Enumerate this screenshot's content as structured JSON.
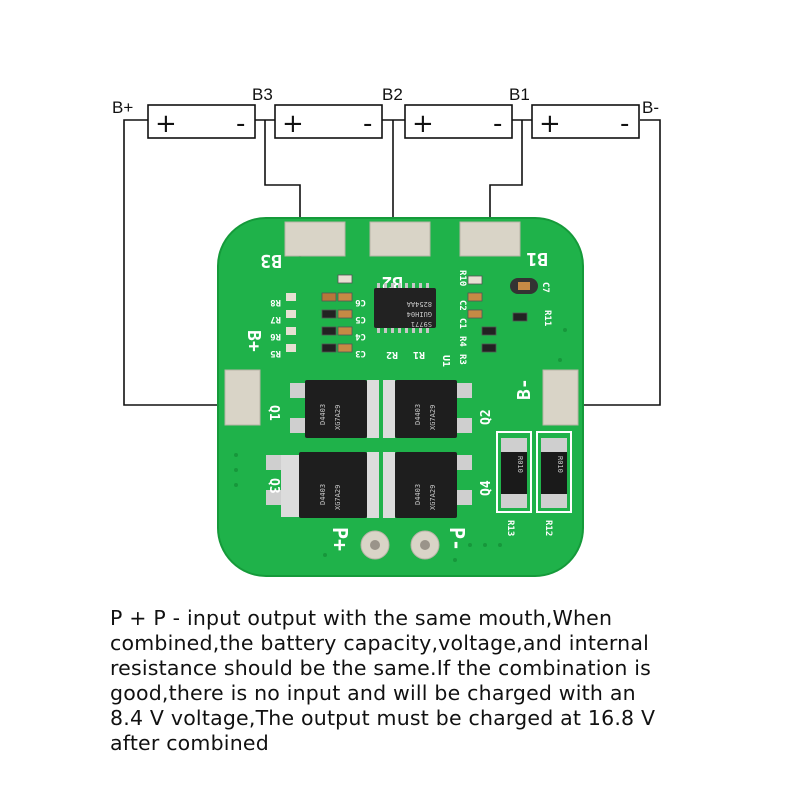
{
  "diagram": {
    "top_labels": {
      "b_plus": "B+",
      "b3": "B3",
      "b2": "B2",
      "b1": "B1",
      "b_minus": "B-"
    },
    "cell_signs": {
      "plus": "+",
      "minus": "-"
    },
    "board": {
      "pads": {
        "b3": "B3",
        "b2": "B2",
        "b1": "B1",
        "b_plus": "B+",
        "b_minus": "B-",
        "p_plus": "P+",
        "p_minus": "P-"
      },
      "silkscreen": {
        "r8": "R8",
        "r7": "R7",
        "r6": "R6",
        "r5": "R5",
        "c6": "C6",
        "c5": "C5",
        "c4": "C4",
        "c3": "C3",
        "r10": "R10",
        "c2": "C2",
        "c1": "C1",
        "r4": "R4",
        "r3": "R3",
        "r2": "R2",
        "r1": "R1",
        "u1": "U1",
        "c7": "C7",
        "r11": "R11",
        "q1": "Q1",
        "q2": "Q2",
        "q3": "Q3",
        "q4": "Q4",
        "r13": "R13",
        "r12": "R12"
      },
      "ic_marking": [
        "8254AA",
        "GUIH04",
        "S9771"
      ],
      "mosfet_marking": [
        "D4403",
        "XG7A29"
      ],
      "resistor_marking": "R010"
    },
    "colors": {
      "pcb": "#1fb24a",
      "pcb_dark": "#159a3a",
      "pad": "#d9d4c7",
      "wire": "#111111"
    }
  },
  "caption": "P + P - input output with the same mouth,When\ncombined,the battery capacity,voltage,and internal\nresistance should be the same.If the combination is\ngood,there is no input and will be charged with an\n8.4 V voltage,The output must be charged at 16.8 V\nafter combined"
}
